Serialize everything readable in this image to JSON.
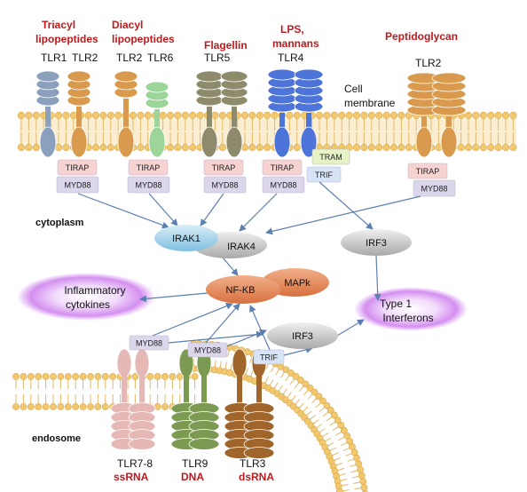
{
  "ligands": {
    "triacyl": [
      "Triacyl",
      "lipopeptides"
    ],
    "diacyl": [
      "Diacyl",
      "lipopeptides"
    ],
    "flagellin": "Flagellin",
    "lps": [
      "LPS,",
      "mannans"
    ],
    "peptidoglycan": "Peptidoglycan",
    "ssrna": "ssRNA",
    "dna": "DNA",
    "dsrna": "dsRNA"
  },
  "receptors": {
    "tlr1": "TLR1",
    "tlr2a": "TLR2",
    "tlr2b": "TLR2",
    "tlr6": "TLR6",
    "tlr5": "TLR5",
    "tlr4": "TLR4",
    "tlr2c": "TLR2",
    "tlr78": "TLR7-8",
    "tlr9": "TLR9",
    "tlr3": "TLR3"
  },
  "adaptors": {
    "tirap": "TIRAP",
    "myd88": "MYD88",
    "tram": "TRAM",
    "trif": "TRIF"
  },
  "nodes": {
    "irak1": "IRAK1",
    "irak4": "IRAK4",
    "irf3_top": "IRF3",
    "nfkb": "NF-KB",
    "mapk": "MAPk",
    "irf3_bottom": "IRF3",
    "inflammatory": [
      "Inflammatory",
      "cytokines"
    ],
    "interferons": [
      "Type 1",
      "Interferons"
    ]
  },
  "compartments": {
    "cell_membrane": [
      "Cell",
      "membrane"
    ],
    "cytoplasm": "cytoplasm",
    "endosome": "endosome"
  },
  "colors": {
    "ligand_red": "#c0191c",
    "arrow": "#5b7fb1",
    "membrane_head": "#f2c86f",
    "tlr_blue_grey": "#8aa0bd",
    "tlr_orange": "#d99a4e",
    "tlr_green": "#9cd59a",
    "tlr_olive": "#8e8b6c",
    "tlr_blue": "#4d74d9",
    "tlr_pink": "#e5b8b5",
    "tlr_dkgreen": "#7d9a53",
    "tlr_brown": "#a0652a",
    "tirap_fill": "#f6d3d1",
    "myd88_fill": "#dcd6ea",
    "tram_fill": "#e6f3c7",
    "trif_fill": "#d7e4f7",
    "irak1_fill": "#9fd2ea",
    "grey_node": "#c8c8c8",
    "nfkb_fill": "#e2875a",
    "glow_purple": "#c77ce8"
  }
}
